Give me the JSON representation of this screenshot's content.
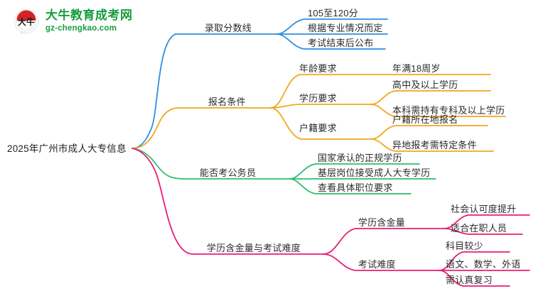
{
  "logo": {
    "mark_name": "daniu-speech-bubble-logo",
    "mark_text": "大牛",
    "title_cn": "大牛教育成考网",
    "title_en": "gz-chengkao.com",
    "color": "#179b3e",
    "accent": "#d42323"
  },
  "mindmap": {
    "root": {
      "label": "2025年广州市成人大专信息"
    },
    "colors": {
      "blue": "#2f8fe0",
      "orange": "#f0a81e",
      "green": "#2cbf6e",
      "pink": "#ea1d76"
    },
    "branches": [
      {
        "id": "admission-score",
        "label": "录取分数线",
        "color": "#2f8fe0",
        "children": [
          {
            "label": "105至120分"
          },
          {
            "label": "根据专业情况而定"
          },
          {
            "label": "考试结束后公布"
          }
        ]
      },
      {
        "id": "application-requirements",
        "label": "报名条件",
        "color": "#f0a81e",
        "children": [
          {
            "label": "年龄要求",
            "children": [
              {
                "label": "年满18周岁"
              }
            ]
          },
          {
            "label": "学历要求",
            "children": [
              {
                "label": "高中及以上学历"
              },
              {
                "label": "本科需持有专科及以上学历"
              }
            ]
          },
          {
            "label": "户籍要求",
            "children": [
              {
                "label": "户籍所在地报名"
              },
              {
                "label": "异地报考需特定条件"
              }
            ]
          }
        ]
      },
      {
        "id": "civil-service-exam",
        "label": "能否考公务员",
        "color": "#2cbf6e",
        "children": [
          {
            "label": "国家承认的正规学历"
          },
          {
            "label": "基层岗位接受成人大专学历"
          },
          {
            "label": "查看具体职位要求"
          }
        ]
      },
      {
        "id": "degree-value-and-difficulty",
        "label": "学历含金量与考试难度",
        "color": "#ea1d76",
        "children": [
          {
            "label": "学历含金量",
            "children": [
              {
                "label": "社会认可度提升"
              },
              {
                "label": "适合在职人员"
              }
            ]
          },
          {
            "label": "考试难度",
            "children": [
              {
                "label": "科目较少"
              },
              {
                "label": "语文、数学、外语"
              },
              {
                "label": "需认真复习"
              }
            ]
          }
        ]
      }
    ]
  }
}
